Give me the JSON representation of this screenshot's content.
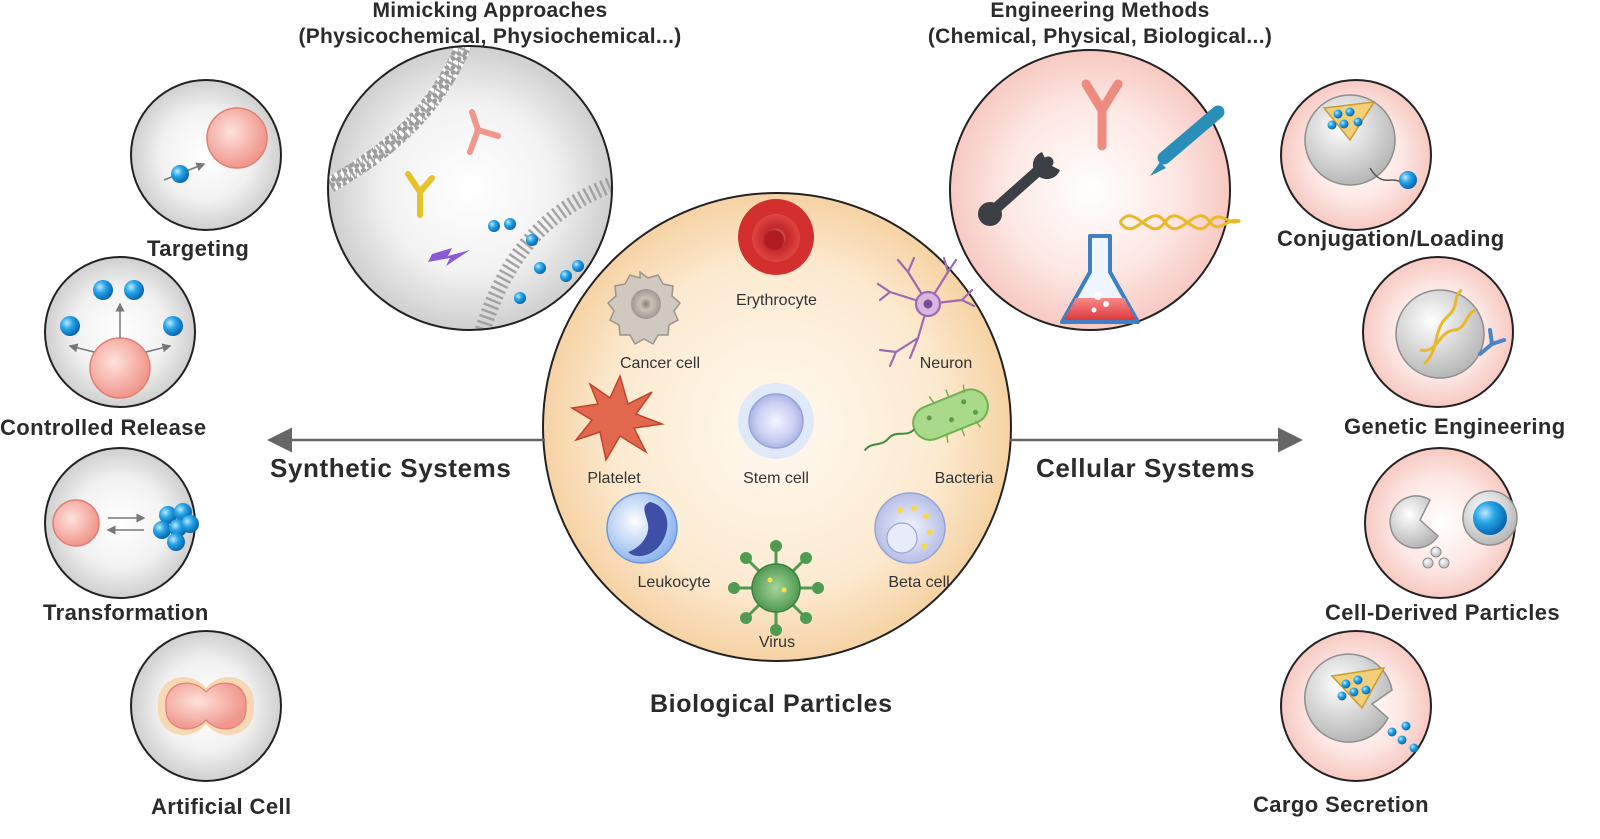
{
  "center": {
    "title": "Biological Particles",
    "cells": [
      {
        "label": "Erythrocyte"
      },
      {
        "label": "Cancer cell"
      },
      {
        "label": "Neuron"
      },
      {
        "label": "Platelet"
      },
      {
        "label": "Stem cell"
      },
      {
        "label": "Bacteria"
      },
      {
        "label": "Leukocyte"
      },
      {
        "label": "Virus"
      },
      {
        "label": "Beta cell"
      }
    ]
  },
  "left": {
    "system_label": "Synthetic Systems",
    "header_line1": "Mimicking Approaches",
    "header_line2": "(Physicochemical, Physiochemical...)",
    "items": [
      {
        "label": "Targeting"
      },
      {
        "label": "Controlled Release"
      },
      {
        "label": "Transformation"
      },
      {
        "label": "Artificial Cell"
      }
    ]
  },
  "right": {
    "system_label": "Cellular Systems",
    "header_line1": "Engineering Methods",
    "header_line2": "(Chemical, Physical, Biological...)",
    "items": [
      {
        "label": "Conjugation/Loading"
      },
      {
        "label": "Genetic Engineering"
      },
      {
        "label": "Cell-Derived Particles"
      },
      {
        "label": "Cargo Secretion"
      }
    ]
  },
  "colors": {
    "center_fill": "#fbe2c2",
    "right_circle_fill": "#fde3df",
    "particle_blue": "#1e9ce0",
    "particle_pink": "#f5a8a0",
    "arrow_gray": "#666666",
    "outline": "#222222"
  }
}
